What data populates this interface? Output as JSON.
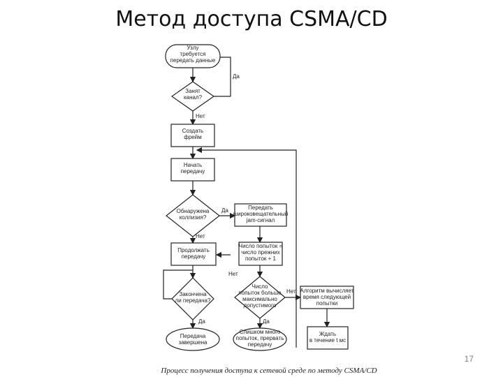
{
  "slide": {
    "title": "Метод доступа CSMA/CD",
    "number": "17",
    "caption": "Процесс получения доступа к сетевой среде по методу CSMA/CD"
  },
  "flowchart": {
    "start": [
      "Узлу",
      "требуется",
      "передать данные"
    ],
    "channel_busy": [
      "Занят",
      "канал?"
    ],
    "build_frame": [
      "Создать",
      "фрейм"
    ],
    "start_transmission": [
      "Начать",
      "передачу"
    ],
    "collision_detected": [
      "Обнаружена",
      "коллизия?"
    ],
    "send_jam": [
      "Передать",
      "широковещательный",
      "jam-сигнал"
    ],
    "continue_transmission": [
      "Продолжать",
      "передачу"
    ],
    "attempts_update": [
      "Число попыток =",
      "число прежних",
      "попыток + 1"
    ],
    "transmission_complete": [
      "Закончена",
      "ли передача?"
    ],
    "attempts_exceeded": [
      "Число",
      "попыток больше",
      "максимально",
      "допустимого"
    ],
    "backoff": [
      "Алгоритм вычисляет",
      "время следующей",
      "попытки"
    ],
    "success": [
      "Передача",
      "завершена"
    ],
    "abort": [
      "Слишком много",
      "попыток, прервать",
      "передачу"
    ],
    "wait": [
      "Ждать",
      "в течение t мс"
    ],
    "labels": {
      "yes1": "Да",
      "no1": "Нет",
      "yes2": "Да",
      "no2": "Нет",
      "no3": "Нет",
      "no4": "Нет",
      "yes3": "Да",
      "yes4": "Да"
    }
  }
}
